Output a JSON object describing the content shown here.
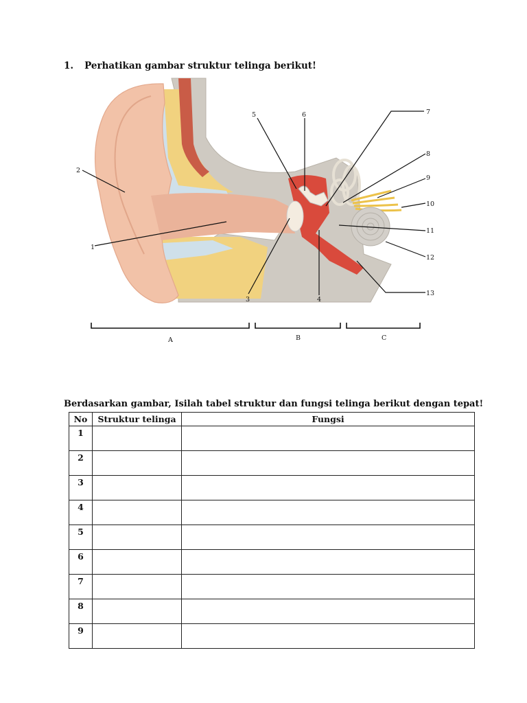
{
  "question": {
    "number": "1.",
    "text": "Perhatikan gambar struktur telinga berikut!"
  },
  "diagram": {
    "labels": [
      "1",
      "2",
      "3",
      "4",
      "5",
      "6",
      "7",
      "8",
      "9",
      "10",
      "11",
      "12",
      "13"
    ],
    "regions": [
      "A",
      "B",
      "C"
    ]
  },
  "instruction": "Berdasarkan gambar, Isilah tabel struktur dan fungsi telinga berikut dengan tepat!",
  "table": {
    "headers": [
      "No",
      "Struktur telinga",
      "Fungsi"
    ],
    "rows": [
      "1",
      "2",
      "3",
      "4",
      "5",
      "6",
      "7",
      "8",
      "9"
    ]
  }
}
